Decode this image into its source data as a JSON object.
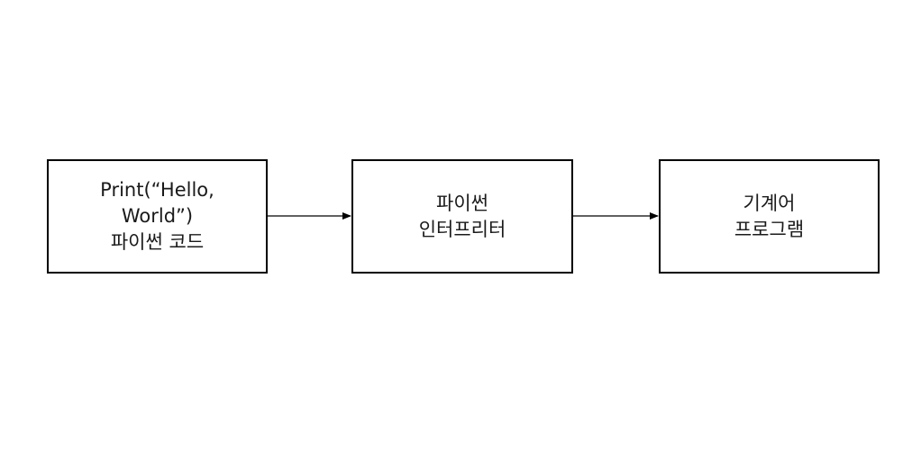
{
  "diagram": {
    "nodes": [
      {
        "id": "source",
        "lines": [
          "Print(“Hello,",
          "World”)",
          "파이썬 코드"
        ]
      },
      {
        "id": "interpreter",
        "lines": [
          "파이썬",
          "인터프리터"
        ]
      },
      {
        "id": "machine",
        "lines": [
          "기계어",
          "프로그램"
        ]
      }
    ],
    "edges": [
      {
        "from": "source",
        "to": "interpreter"
      },
      {
        "from": "interpreter",
        "to": "machine"
      }
    ],
    "colors": {
      "stroke": "#000000",
      "fill": "#ffffff",
      "text": "#1a1a1a"
    }
  }
}
